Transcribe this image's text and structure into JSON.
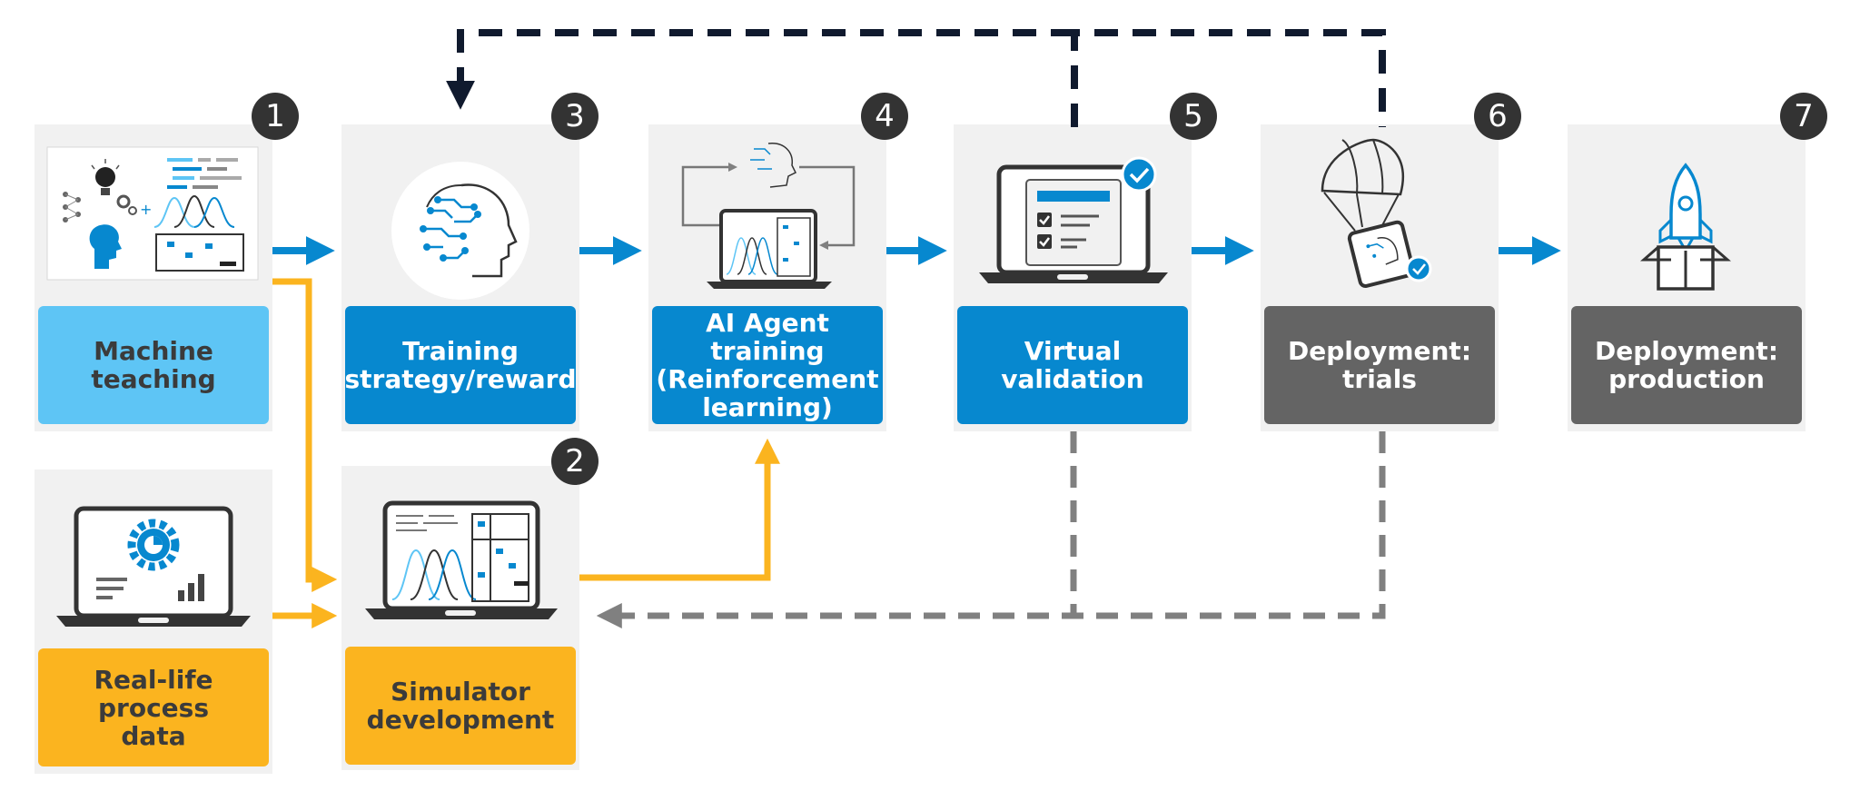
{
  "colors": {
    "blue": "#0788cf",
    "light_blue": "#5ec5f5",
    "yellow": "#fbb41f",
    "grey": "#646464",
    "dark_navy": "#101a2e",
    "card_bg": "#f1f1f1",
    "badge": "#333333"
  },
  "steps": [
    {
      "number": "1",
      "label": "Machine\nteaching",
      "icon": "lightbulb-brain-chart-icon"
    },
    {
      "number": "2",
      "label": "Simulator\ndevelopment",
      "icon": "laptop-simulator-icon"
    },
    {
      "number": "3",
      "label": "Training\nstrategy/reward",
      "icon": "circuit-head-icon"
    },
    {
      "number": "4",
      "label": "AI Agent\ntraining\n(Reinforcement\nlearning)",
      "icon": "laptop-loop-icon"
    },
    {
      "number": "5",
      "label": "Virtual\nvalidation",
      "icon": "laptop-checklist-icon"
    },
    {
      "number": "6",
      "label": "Deployment:\ntrials",
      "icon": "parachute-box-icon"
    },
    {
      "number": "7",
      "label": "Deployment:\nproduction",
      "icon": "rocket-box-icon"
    }
  ],
  "inputs": [
    {
      "label": "Real-life process\ndata",
      "icon": "laptop-gear-icon"
    }
  ]
}
